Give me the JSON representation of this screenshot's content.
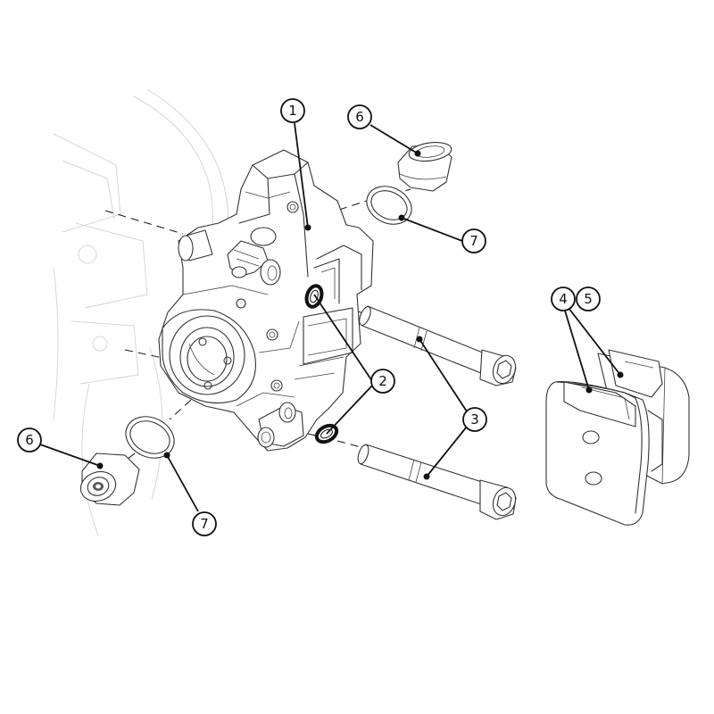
{
  "callouts": [
    {
      "id": "c1",
      "label": "1"
    },
    {
      "id": "c2",
      "label": "2"
    },
    {
      "id": "c3",
      "label": "3"
    },
    {
      "id": "c4",
      "label": "4"
    },
    {
      "id": "c5",
      "label": "5"
    },
    {
      "id": "c6a",
      "label": "6"
    },
    {
      "id": "c6b",
      "label": "6"
    },
    {
      "id": "c7a",
      "label": "7"
    },
    {
      "id": "c7b",
      "label": "7"
    }
  ]
}
